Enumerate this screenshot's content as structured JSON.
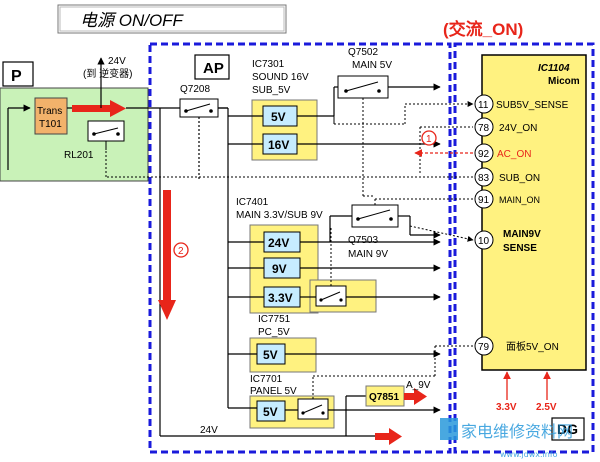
{
  "header": {
    "title": "电源 ON/OFF",
    "mode_label": "(交流_ON)"
  },
  "blocks": {
    "p_label": "P",
    "ap_label": "AP",
    "trans": {
      "line1": "Trans",
      "line2": "T101"
    },
    "relay": "RL201",
    "out_24v": "24V",
    "out_24v_dest": "(到 逆变器)",
    "q7208": "Q7208",
    "q7502": {
      "name": "Q7502",
      "desc": "MAIN 5V"
    },
    "ic7301": {
      "name": "IC7301",
      "line2": "SOUND 16V",
      "line3": "SUB_5V",
      "outputs": [
        "5V",
        "16V"
      ]
    },
    "ic7401": {
      "name": "IC7401",
      "line2": "MAIN 3.3V/SUB 9V",
      "outputs": [
        "24V",
        "9V",
        "3.3V"
      ]
    },
    "q7503": {
      "name": "Q7503",
      "desc": "MAIN 9V"
    },
    "ic7751": {
      "name": "IC7751",
      "line2": "PC_5V",
      "output": "5V"
    },
    "ic7701": {
      "name": "IC7701",
      "line2": "PANEL 5V",
      "output": "5V"
    },
    "q7851": "Q7851",
    "a9v": "A_9V",
    "bottom_24v": "24V",
    "step1": "1",
    "step2": "2"
  },
  "micom": {
    "name": "IC1104",
    "subtitle": "Micom",
    "pins": [
      {
        "num": "11",
        "label": "SUB5V_SENSE"
      },
      {
        "num": "78",
        "label": "24V_ON"
      },
      {
        "num": "92",
        "label": "AC_ON"
      },
      {
        "num": "83",
        "label": "SUB_ON"
      },
      {
        "num": "91",
        "label": "MAIN_ON"
      },
      {
        "num": "10",
        "label": "MAIN9V"
      },
      {
        "num": "79",
        "label": "面板5V_ON"
      }
    ],
    "pin10_label2": "SENSE",
    "supply_3v3": "3.3V",
    "supply_2v5": "2.5V",
    "dg_label": "DG"
  },
  "watermark": {
    "text": "家电维修资料网",
    "url": "www.jdwx.info"
  },
  "colors": {
    "red": "#e8251a",
    "blue": "#1a1adb",
    "yellow": "#fff280",
    "green": "#c9f2b8",
    "trans": "#f2b26b"
  }
}
